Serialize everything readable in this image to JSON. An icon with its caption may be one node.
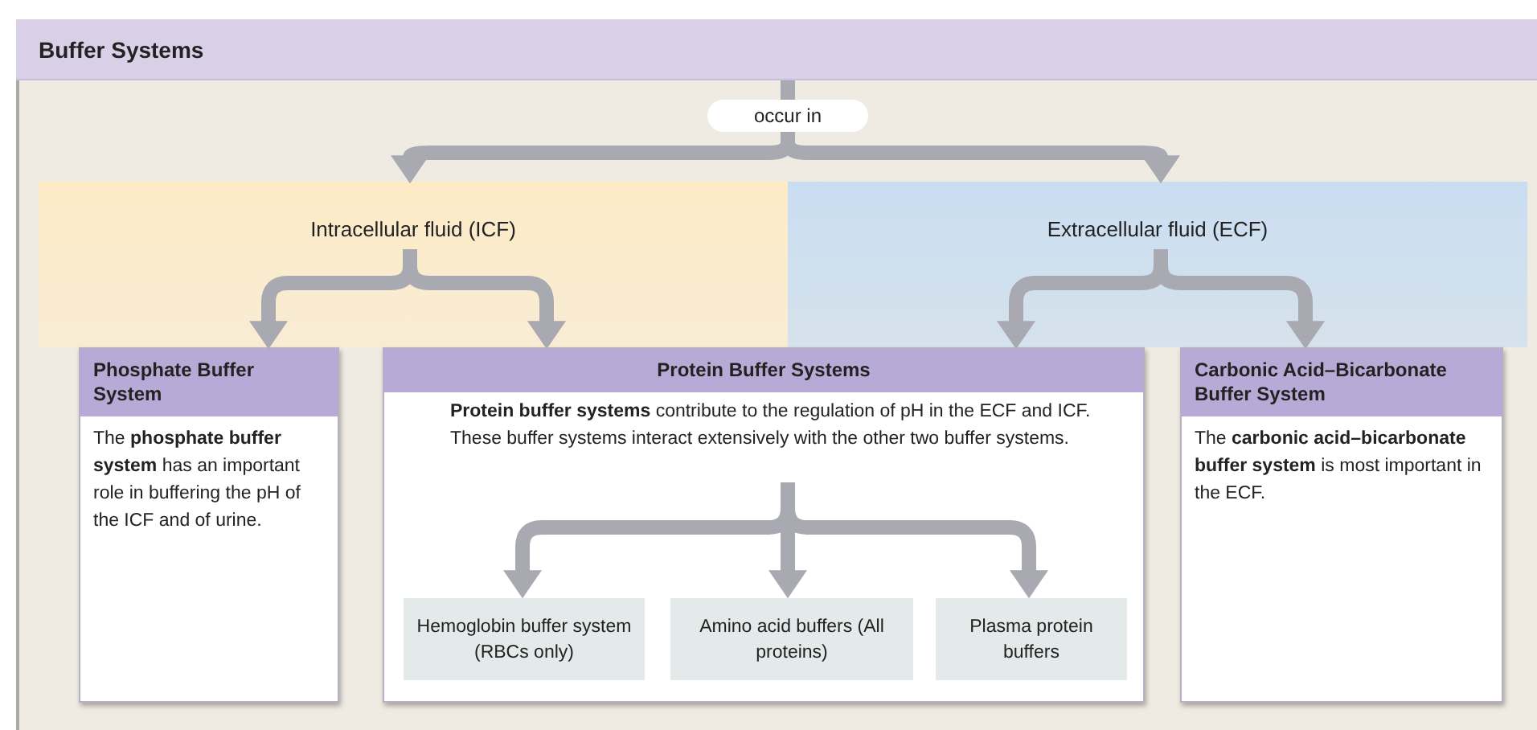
{
  "diagram": {
    "nodes": [
      {
        "text": [
          "Buffer Systems"
        ]
      },
      {
        "text": [
          "occur in"
        ]
      },
      {
        "text": [
          "Intracellular fluid (ICF)"
        ]
      },
      {
        "text": [
          "Extracellular fluid (ECF)"
        ]
      },
      {
        "text": [
          "Phosphate Buffer System",
          "The **phosphate buffer system** has an important role in buffering the pH of the ICF and of urine."
        ]
      },
      {
        "text": [
          "Protein Buffer Systems"
        ]
      },
      {
        "text": [
          "**Protein buffer systems** contribute to the regulation of pH in the ECF and ICF. These buffer systems interact extensively with the other two buffer systems."
        ],
        "in": 5
      },
      {
        "text": [
          "Hemoglobin buffer system (RBCs only)"
        ],
        "in": 5
      },
      {
        "text": [
          "Amino acid buffers (All proteins)"
        ],
        "in": 5
      },
      {
        "text": [
          "Plasma protein buffers"
        ],
        "in": 5
      },
      {
        "text": [
          "Carbonic Acid–Bicarbonate Buffer System",
          "The **carbonic acid–bicarbonate buffer system** is most important in the ECF."
        ]
      }
    ],
    "edges": [
      {
        "from": 0,
        "to": 1,
        "arrow": "none"
      },
      {
        "from": 1,
        "to": 2,
        "arrow": "to"
      },
      {
        "from": 1,
        "to": 3,
        "arrow": "to"
      },
      {
        "from": 2,
        "to": 4,
        "arrow": "to"
      },
      {
        "from": 2,
        "to": 5,
        "arrow": "to"
      },
      {
        "from": 3,
        "to": 5,
        "arrow": "to"
      },
      {
        "from": 3,
        "to": 10,
        "arrow": "to"
      },
      {
        "from": 6,
        "to": 7,
        "arrow": "to"
      },
      {
        "from": 6,
        "to": 8,
        "arrow": "to"
      },
      {
        "from": 6,
        "to": 9,
        "arrow": "to"
      }
    ]
  }
}
